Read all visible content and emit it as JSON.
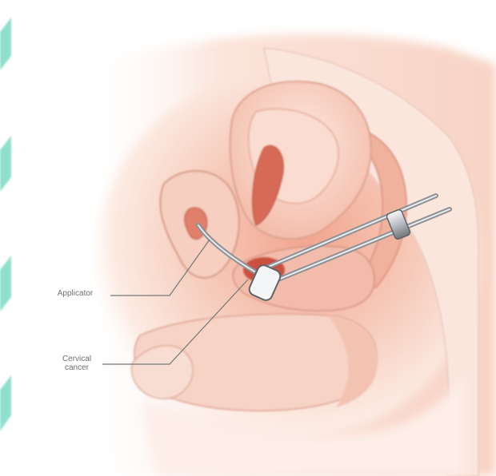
{
  "labels": {
    "applicator": "Applicator",
    "cervical_cancer_line1": "Cervical",
    "cervical_cancer_line2": "cancer"
  },
  "colors": {
    "stripe": "#8ee0cc",
    "tissue_light": "#fbe1d6",
    "tissue_mid": "#f3b9a4",
    "tissue_deep": "#e48c78",
    "tumor": "#c9503f",
    "leader_line": "#777777",
    "applicator_metal": "#9a9ea3"
  },
  "icons": {
    "background_pattern": "diagonal-stripes-pattern"
  }
}
